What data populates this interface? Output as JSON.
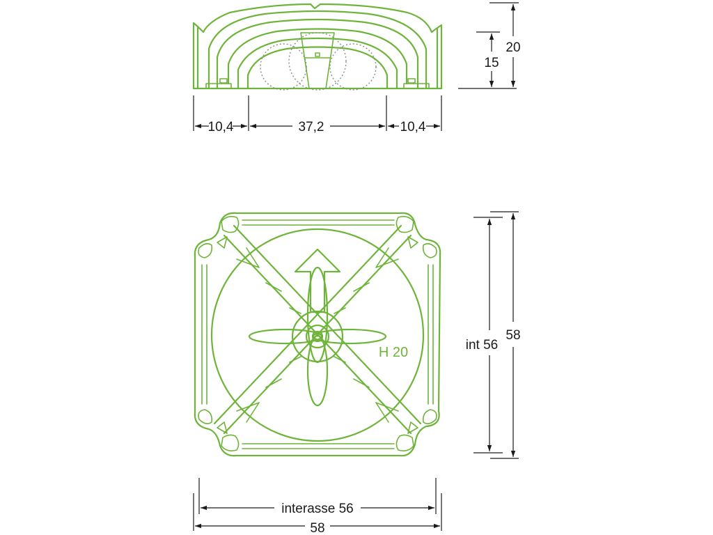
{
  "colors": {
    "part": "#6fb43a",
    "dimension": "#1a1a1a",
    "hidden": "#8a8a8a"
  },
  "side_view": {
    "widths": {
      "left": "10,4",
      "center": "37,2",
      "right": "10,4"
    },
    "heights": {
      "total": "20",
      "inner": "15"
    }
  },
  "top_view": {
    "marking": "H 20",
    "vertical": {
      "inner": "int 56",
      "outer": "58"
    },
    "horizontal": {
      "inner": "interasse 56",
      "outer": "58"
    }
  }
}
